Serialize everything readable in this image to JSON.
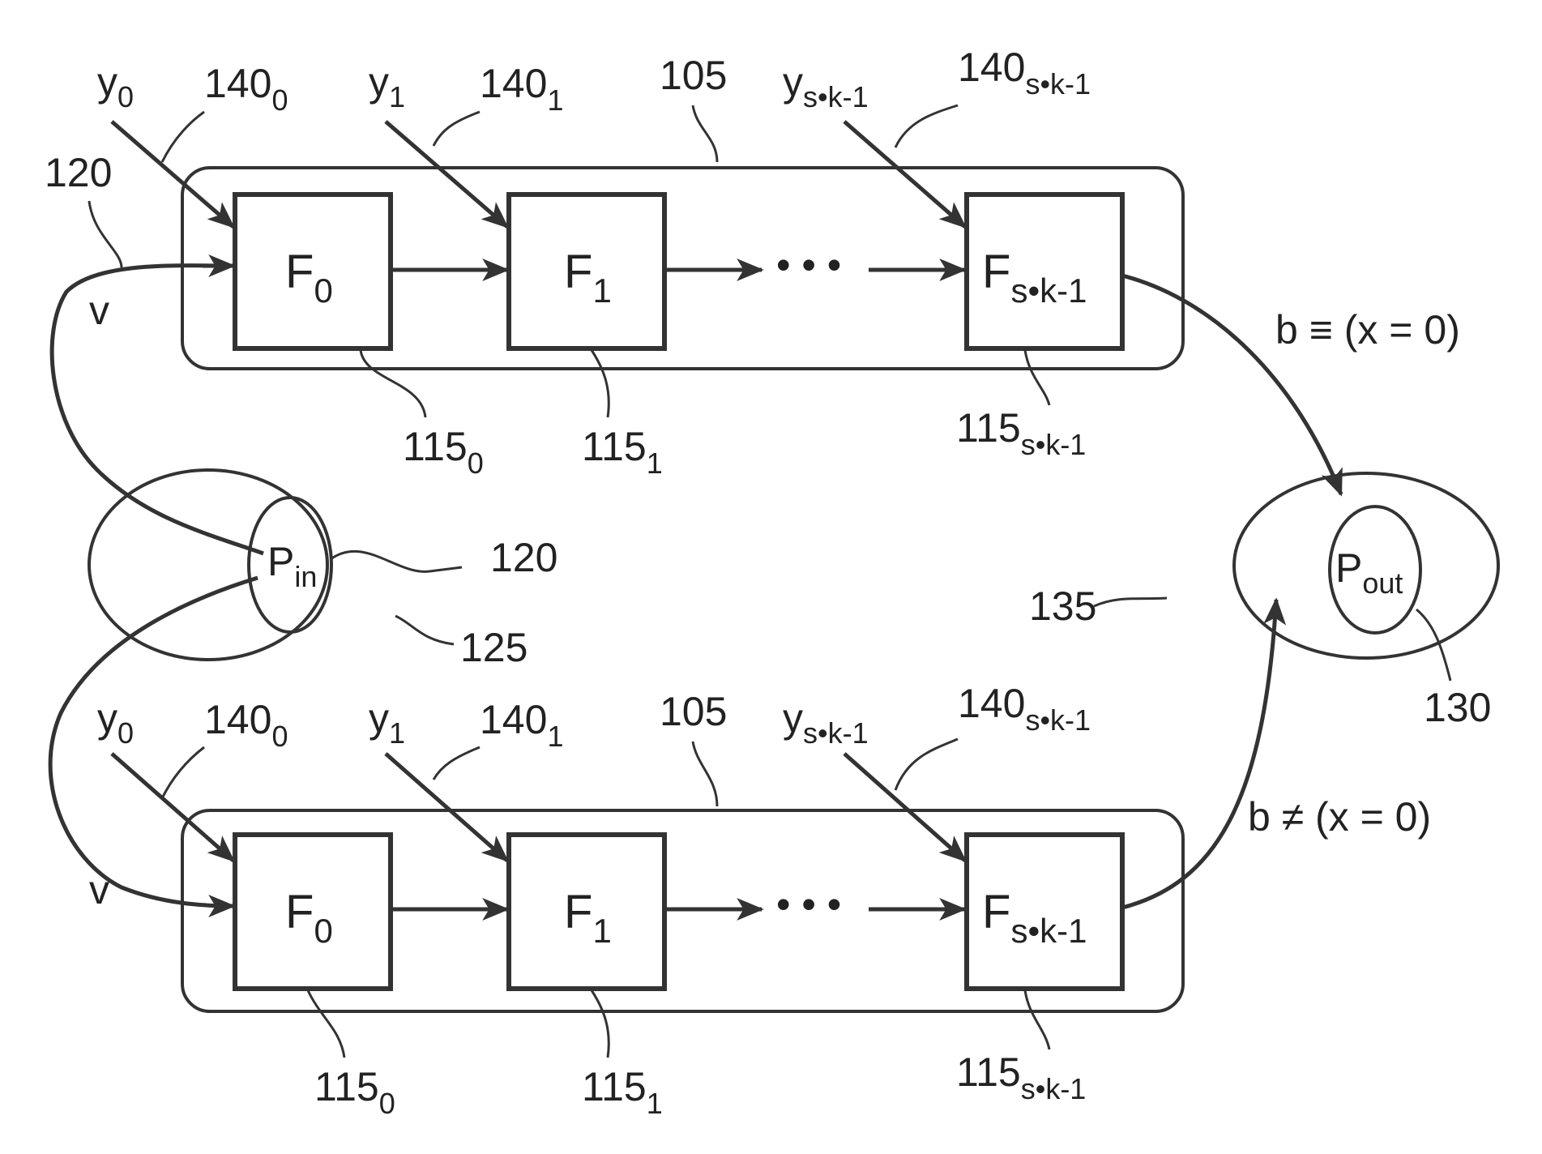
{
  "diagram": {
    "colors": {
      "line": "#333333",
      "fill": "#ffffff"
    },
    "top": {
      "container_ref": "105",
      "inputs": [
        {
          "var": "y",
          "var_sub": "0",
          "ref": "140",
          "ref_sub": "0"
        },
        {
          "var": "y",
          "var_sub": "1",
          "ref": "140",
          "ref_sub": "1"
        },
        {
          "var": "y",
          "var_sub": "s•k-1",
          "ref": "140",
          "ref_sub": "s•k-1"
        }
      ],
      "functions": [
        {
          "name": "F",
          "name_sub": "0",
          "ref": "115",
          "ref_sub": "0"
        },
        {
          "name": "F",
          "name_sub": "1",
          "ref": "115",
          "ref_sub": "1"
        },
        {
          "name": "F",
          "name_sub": "s•k-1",
          "ref": "115",
          "ref_sub": "s•k-1"
        }
      ],
      "ellipsis": "• • •",
      "v_label": "v",
      "v_ref": "120",
      "output_condition": "b ≡ (x = 0)"
    },
    "bottom": {
      "container_ref": "105",
      "inputs": [
        {
          "var": "y",
          "var_sub": "0",
          "ref": "140",
          "ref_sub": "0"
        },
        {
          "var": "y",
          "var_sub": "1",
          "ref": "140",
          "ref_sub": "1"
        },
        {
          "var": "y",
          "var_sub": "s•k-1",
          "ref": "140",
          "ref_sub": "s•k-1"
        }
      ],
      "functions": [
        {
          "name": "F",
          "name_sub": "0",
          "ref": "115",
          "ref_sub": "0"
        },
        {
          "name": "F",
          "name_sub": "1",
          "ref": "115",
          "ref_sub": "1"
        },
        {
          "name": "F",
          "name_sub": "s•k-1",
          "ref": "115",
          "ref_sub": "s•k-1"
        }
      ],
      "ellipsis": "• • •",
      "v_label": "v",
      "output_condition": "b ≠ (x = 0)"
    },
    "p_in": {
      "name": "P",
      "name_sub": "in",
      "ref": "120",
      "outer_ref": "125"
    },
    "p_out": {
      "name": "P",
      "name_sub": "out",
      "ref": "130",
      "outer_ref": "135"
    }
  }
}
